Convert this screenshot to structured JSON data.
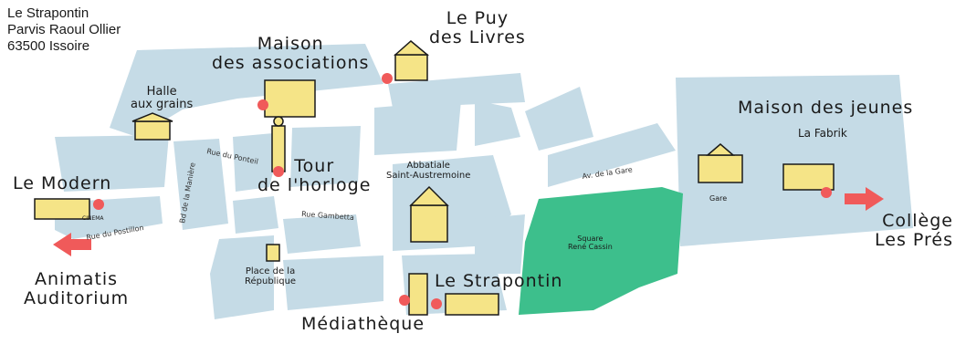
{
  "address": {
    "name": "Le Strapontin",
    "line1": "Parvis Raoul Ollier",
    "line2": "63500 Issoire"
  },
  "places": {
    "maison_associations": [
      "Maison",
      "des associations"
    ],
    "puy_livres": [
      "Le Puy",
      "des Livres"
    ],
    "halle": [
      "Halle",
      "aux grains"
    ],
    "tour": [
      "Tour",
      "de l'horloge"
    ],
    "modern": "Le Modern",
    "animatis": [
      "Animatis",
      "Auditorium"
    ],
    "abbatiale": [
      "Abbatiale",
      "Saint-Austremoine"
    ],
    "place_republique": [
      "Place de la",
      "République"
    ],
    "strapontin": "Le Strapontin",
    "mediatheque": "Médiathèque",
    "square": [
      "Square",
      "René Cassin"
    ],
    "maison_jeunes": "Maison des jeunes",
    "fabrik": "La Fabrik",
    "gare": "Gare",
    "college": [
      "Collège",
      "Les Prés"
    ],
    "cinema_sign": "CINEMA"
  },
  "streets": {
    "ponteil": "Rue du Ponteil",
    "maniere": "Bd de la Manière",
    "gambetta": "Rue Gambetta",
    "postillon": "Rue du Postillon",
    "gare": "Av. de la Gare"
  },
  "colors": {
    "blocks": "#c5dbe6",
    "square": "#3dbf8c",
    "marker": "#f05a5a",
    "building": "#f5e487",
    "ink": "#1a1a1a"
  }
}
